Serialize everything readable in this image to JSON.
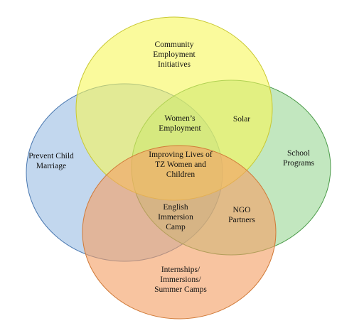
{
  "diagram": {
    "circles": [
      {
        "key": "top",
        "color": "#f6f75a",
        "stroke": "#c8c832"
      },
      {
        "key": "left",
        "color": "#8fb7e0",
        "stroke": "#4a78b0"
      },
      {
        "key": "right",
        "color": "#8fd38b",
        "stroke": "#4a9a48"
      },
      {
        "key": "bottom",
        "color": "#f3a066",
        "stroke": "#d07a38"
      }
    ],
    "labels": {
      "community": [
        "Community",
        "Employment",
        "Initiatives"
      ],
      "prevent": [
        "Prevent Child",
        "Marriage"
      ],
      "school": [
        "School",
        "Programs"
      ],
      "internships": [
        "Internships/",
        "Immersions/",
        "Summer Camps"
      ],
      "womens": [
        "Women’s",
        "Employment"
      ],
      "solar": [
        "Solar"
      ],
      "center": [
        "Improving Lives of",
        "TZ Women and",
        "Children"
      ],
      "english": [
        "English",
        "Immersion",
        "Camp"
      ],
      "ngo": [
        "NGO",
        "Partners"
      ]
    }
  }
}
